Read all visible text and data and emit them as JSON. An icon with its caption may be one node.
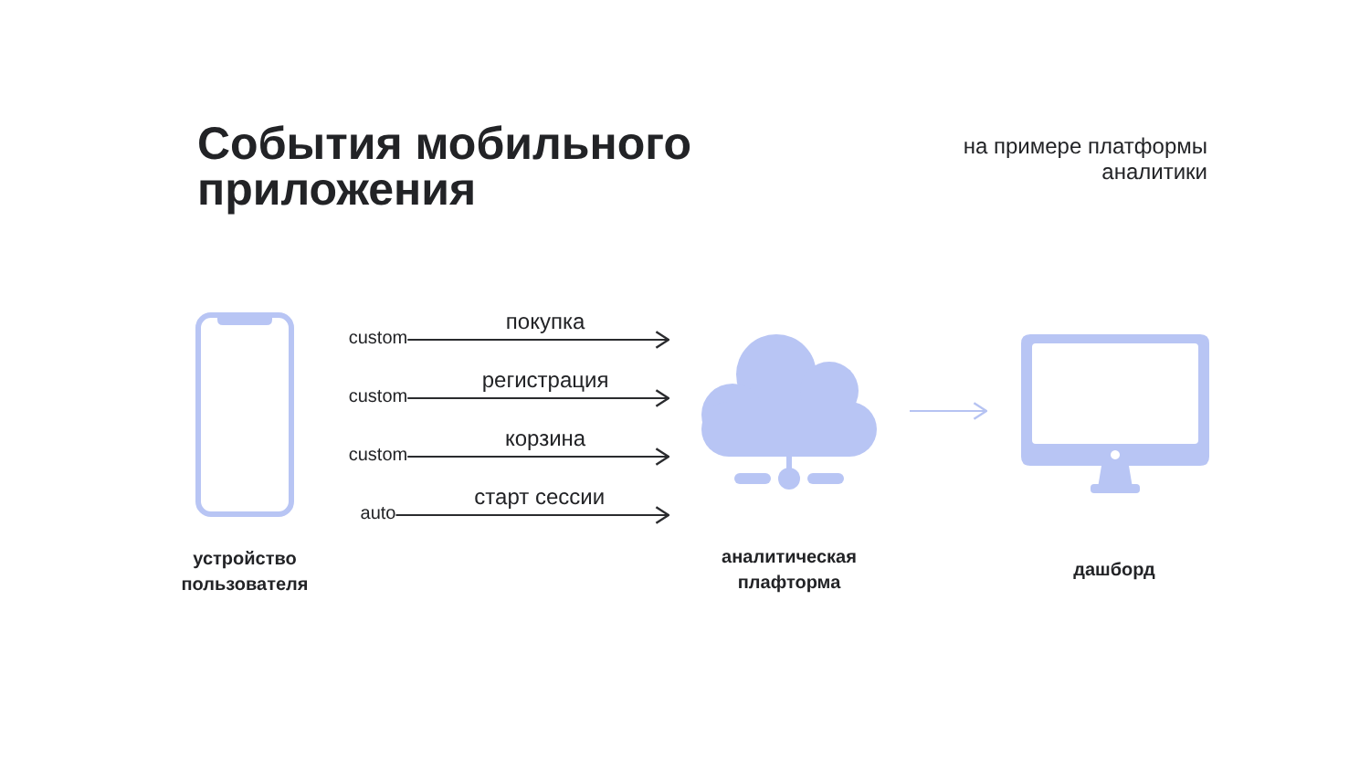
{
  "diagram": {
    "title": "События мобильного приложения",
    "nodes": [
      {
        "text": [
          "устройство пользователя"
        ]
      },
      {
        "text": [
          "custom"
        ]
      },
      {
        "text": [
          "custom"
        ]
      },
      {
        "text": [
          "custom"
        ]
      },
      {
        "text": [
          "auto"
        ]
      },
      {
        "text": [
          "аналитическая плафторма"
        ]
      },
      {
        "text": [
          "дашборд"
        ]
      }
    ],
    "edges": [
      {
        "from": 1,
        "to": 5,
        "arrow": "to",
        "label": "покупка"
      },
      {
        "from": 2,
        "to": 5,
        "arrow": "to",
        "label": "регистрация"
      },
      {
        "from": 3,
        "to": 5,
        "arrow": "to",
        "label": "корзина"
      },
      {
        "from": 4,
        "to": 5,
        "arrow": "to",
        "label": "старт сессии"
      },
      {
        "from": 5,
        "to": 6,
        "arrow": "to",
        "color": "#b6c3f2"
      }
    ],
    "labels": [
      "на примере платформы аналитики"
    ]
  }
}
